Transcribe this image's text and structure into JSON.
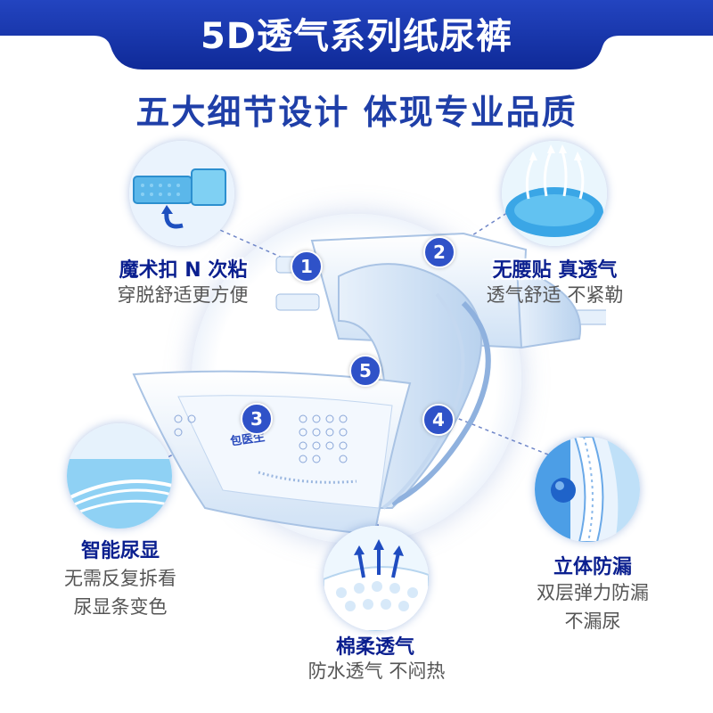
{
  "banner": {
    "title": "5D透气系列纸尿裤"
  },
  "subtitle": "五大细节设计  体现专业品质",
  "product": {
    "brand": "包医生"
  },
  "markers": [
    "1",
    "2",
    "3",
    "4",
    "5"
  ],
  "features": [
    {
      "title": "魔术扣 N 次粘",
      "desc": [
        "穿脱舒适更方便"
      ],
      "icon": "velcro-fastener-icon"
    },
    {
      "title": "无腰贴 真透气",
      "desc": [
        "透气舒适 不紧勒"
      ],
      "icon": "breathable-airflow-icon"
    },
    {
      "title": "智能尿显",
      "desc": [
        "无需反复拆看",
        "尿显条变色"
      ],
      "icon": "wetness-indicator-icon"
    },
    {
      "title": "立体防漏",
      "desc": [
        "双层弹力防漏",
        "不漏尿"
      ],
      "icon": "leak-guard-icon"
    },
    {
      "title": "棉柔透气",
      "desc": [
        "防水透气 不闷热"
      ],
      "icon": "soft-cotton-icon"
    }
  ],
  "colors": {
    "banner": "#1530a8",
    "accent": "#2f52c8",
    "label": "#0a1f8f",
    "desc": "#555555"
  }
}
